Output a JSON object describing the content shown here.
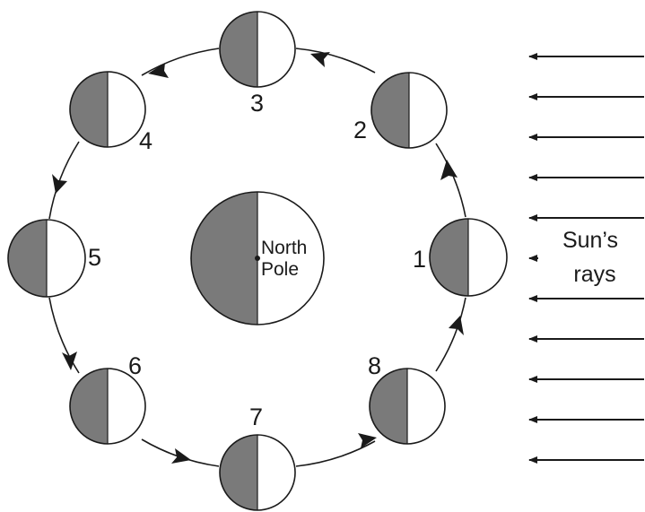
{
  "colors": {
    "dark_half": "#7a7a7a",
    "lit_half": "#ffffff",
    "outline": "#1a1a1a"
  },
  "earth": {
    "line1": "North",
    "line2": "Pole"
  },
  "moons": [
    {
      "label": "1"
    },
    {
      "label": "2"
    },
    {
      "label": "3"
    },
    {
      "label": "4"
    },
    {
      "label": "5"
    },
    {
      "label": "6"
    },
    {
      "label": "7"
    },
    {
      "label": "8"
    }
  ],
  "sun": {
    "line1": "Sun’s",
    "line2": "rays",
    "ray_count": 11,
    "direction": "right-to-left"
  },
  "orbit": {
    "direction": "counterclockwise"
  }
}
